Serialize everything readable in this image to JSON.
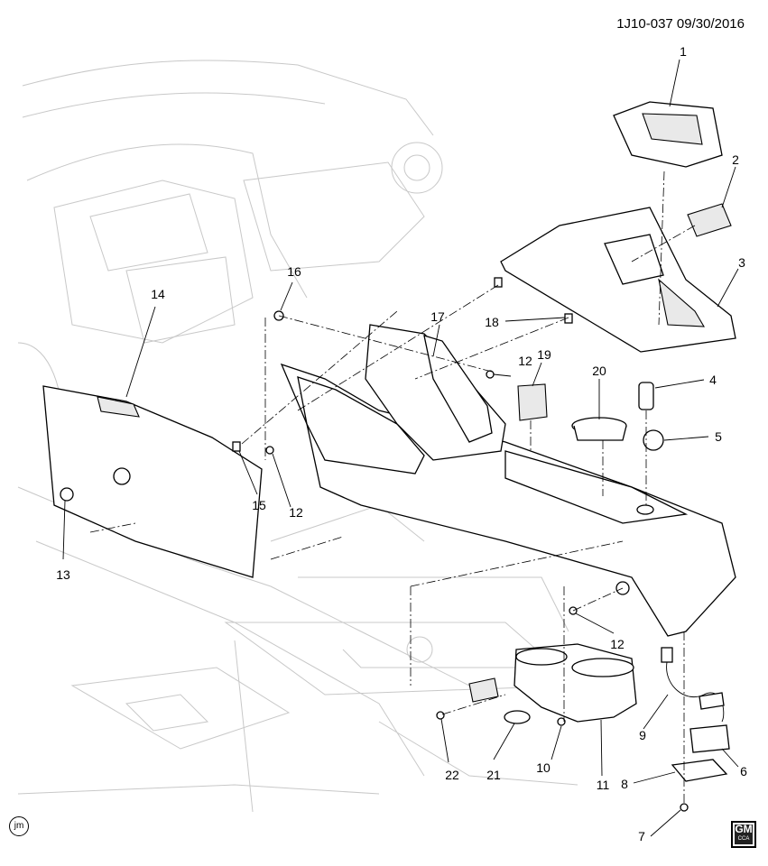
{
  "header": {
    "diagram_ref": "1J10-037 09/30/2016"
  },
  "callouts": [
    {
      "label": "1",
      "part": "shift-trim-plate"
    },
    {
      "label": "2",
      "part": "switch"
    },
    {
      "label": "3",
      "part": "console-upper-trim"
    },
    {
      "label": "4",
      "part": "power-outlet"
    },
    {
      "label": "5",
      "part": "outlet-cap"
    },
    {
      "label": "6",
      "part": "bracket"
    },
    {
      "label": "7",
      "part": "screw"
    },
    {
      "label": "8",
      "part": "bracket-lower"
    },
    {
      "label": "9",
      "part": "wiring-harness"
    },
    {
      "label": "10",
      "part": "screw"
    },
    {
      "label": "11",
      "part": "cup-holder"
    },
    {
      "label": "12",
      "part": "screw"
    },
    {
      "label": "12",
      "part": "screw"
    },
    {
      "label": "12",
      "part": "screw"
    },
    {
      "label": "13",
      "part": "push-retainer"
    },
    {
      "label": "14",
      "part": "side-panel"
    },
    {
      "label": "15",
      "part": "clip"
    },
    {
      "label": "16",
      "part": "clip"
    },
    {
      "label": "17",
      "part": "bracket"
    },
    {
      "label": "18",
      "part": "clip"
    },
    {
      "label": "19",
      "part": "usb-port"
    },
    {
      "label": "20",
      "part": "cup-insert"
    },
    {
      "label": "21",
      "part": "ring"
    },
    {
      "label": "22",
      "part": "screw"
    }
  ],
  "marks": {
    "artist": "jm",
    "brand_top": "GM",
    "brand_bottom": "CCA"
  },
  "colors": {
    "line": "#000000",
    "background_art": "#c8c8c8",
    "paper": "#ffffff"
  }
}
